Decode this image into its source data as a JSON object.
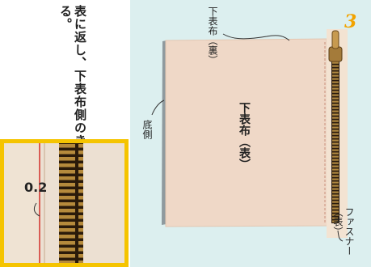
{
  "step_number": "3",
  "instruction": "表に返し、下表布側のきわにステッチをかける。",
  "labels": {
    "lining": "下表布（裏）",
    "bottom_side": "底側",
    "outer_fabric": "下表布（表）",
    "zipper": "ファスナー（表）"
  },
  "inset": {
    "seam_allowance": "0.2"
  }
}
